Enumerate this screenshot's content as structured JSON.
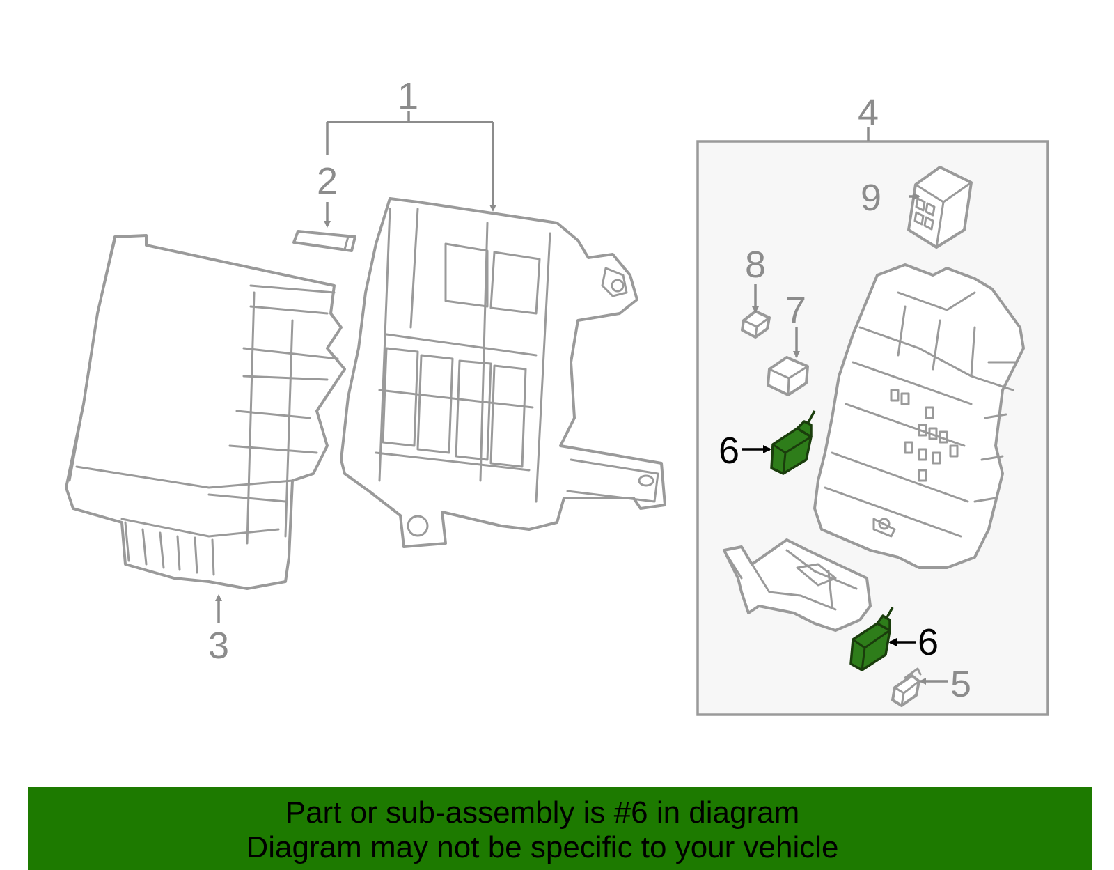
{
  "callouts": {
    "c1": "1",
    "c2": "2",
    "c3": "3",
    "c4": "4",
    "c5": "5",
    "c6a": "6",
    "c6b": "6",
    "c7": "7",
    "c8": "8",
    "c9": "9"
  },
  "banner": {
    "line1": "Part or sub-assembly is #6 in diagram",
    "line2": "Diagram may not be specific to your vehicle"
  },
  "colors": {
    "highlight": "#2e7d1a",
    "banner": "#1d7a00",
    "line_art": "#9a9a9a"
  }
}
